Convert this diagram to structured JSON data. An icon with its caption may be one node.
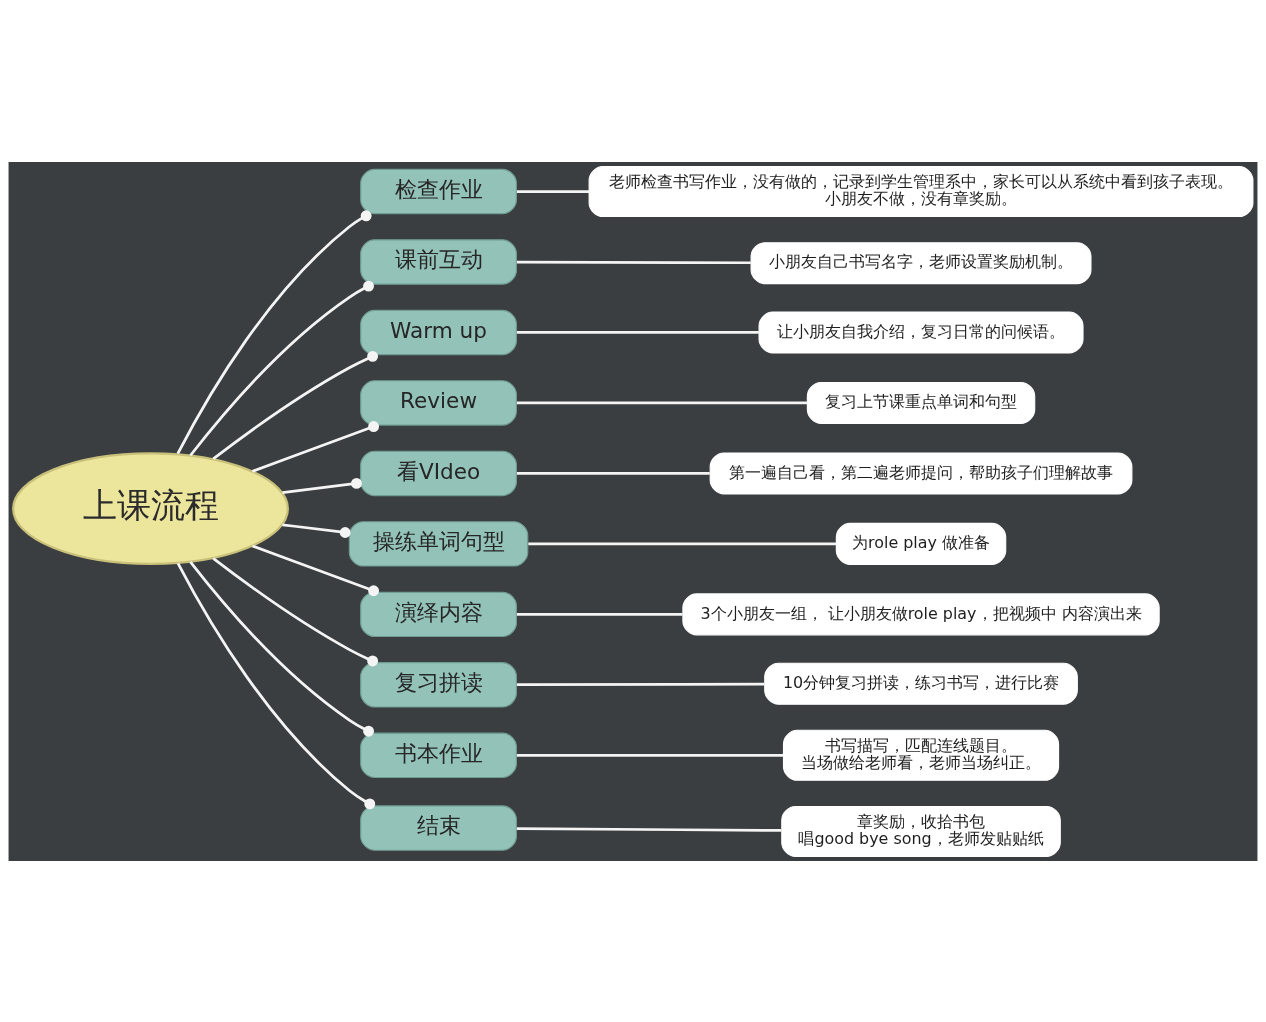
{
  "diagram": {
    "nodes": [
      {
        "text": [
          "上课流程"
        ]
      },
      {
        "text": [
          "检查作业"
        ]
      },
      {
        "text": [
          "课前互动"
        ]
      },
      {
        "text": [
          "Warm up"
        ]
      },
      {
        "text": [
          "Review"
        ]
      },
      {
        "text": [
          "看VIdeo"
        ]
      },
      {
        "text": [
          "操练单词句型"
        ]
      },
      {
        "text": [
          "演绎内容"
        ]
      },
      {
        "text": [
          "复习拼读"
        ]
      },
      {
        "text": [
          "书本作业"
        ]
      },
      {
        "text": [
          "结束"
        ]
      },
      {
        "text": [
          "老师检查书写作业，没有做的，记录到学生管理系中，家长可以从系统中看到孩子表现。",
          "小朋友不做，没有章奖励。"
        ]
      },
      {
        "text": [
          "小朋友自己书写名字，老师设置奖励机制。"
        ]
      },
      {
        "text": [
          "让小朋友自我介绍，复习日常的问候语。"
        ]
      },
      {
        "text": [
          "复习上节课重点单词和句型"
        ]
      },
      {
        "text": [
          "第一遍自己看，第二遍老师提问，帮助孩子们理解故事"
        ]
      },
      {
        "text": [
          "为role play 做准备"
        ]
      },
      {
        "text": [
          "3个小朋友一组， 让小朋友做role play，把视频中 内容演出来"
        ]
      },
      {
        "text": [
          "10分钟复习拼读，练习书写，进行比赛"
        ]
      },
      {
        "text": [
          "书写描写，匹配连线题目。",
          "当场做给老师看，老师当场纠正。"
        ]
      },
      {
        "text": [
          "章奖励，收拾书包",
          "唱good bye song，老师发贴贴纸"
        ]
      }
    ],
    "edges": [
      {
        "from": 0,
        "to": 1,
        "arrow": "other"
      },
      {
        "from": 0,
        "to": 2,
        "arrow": "other"
      },
      {
        "from": 0,
        "to": 3,
        "arrow": "other"
      },
      {
        "from": 0,
        "to": 4,
        "arrow": "other"
      },
      {
        "from": 0,
        "to": 5,
        "arrow": "other"
      },
      {
        "from": 0,
        "to": 6,
        "arrow": "other"
      },
      {
        "from": 0,
        "to": 7,
        "arrow": "other"
      },
      {
        "from": 0,
        "to": 8,
        "arrow": "other"
      },
      {
        "from": 0,
        "to": 9,
        "arrow": "other"
      },
      {
        "from": 0,
        "to": 10,
        "arrow": "other"
      },
      {
        "from": 1,
        "to": 11,
        "arrow": "none"
      },
      {
        "from": 2,
        "to": 12,
        "arrow": "none"
      },
      {
        "from": 3,
        "to": 13,
        "arrow": "none"
      },
      {
        "from": 4,
        "to": 14,
        "arrow": "none"
      },
      {
        "from": 5,
        "to": 15,
        "arrow": "none"
      },
      {
        "from": 6,
        "to": 16,
        "arrow": "none"
      },
      {
        "from": 7,
        "to": 17,
        "arrow": "none"
      },
      {
        "from": 8,
        "to": 18,
        "arrow": "none"
      },
      {
        "from": 9,
        "to": 19,
        "arrow": "none"
      },
      {
        "from": 10,
        "to": 20,
        "arrow": "none"
      }
    ]
  }
}
